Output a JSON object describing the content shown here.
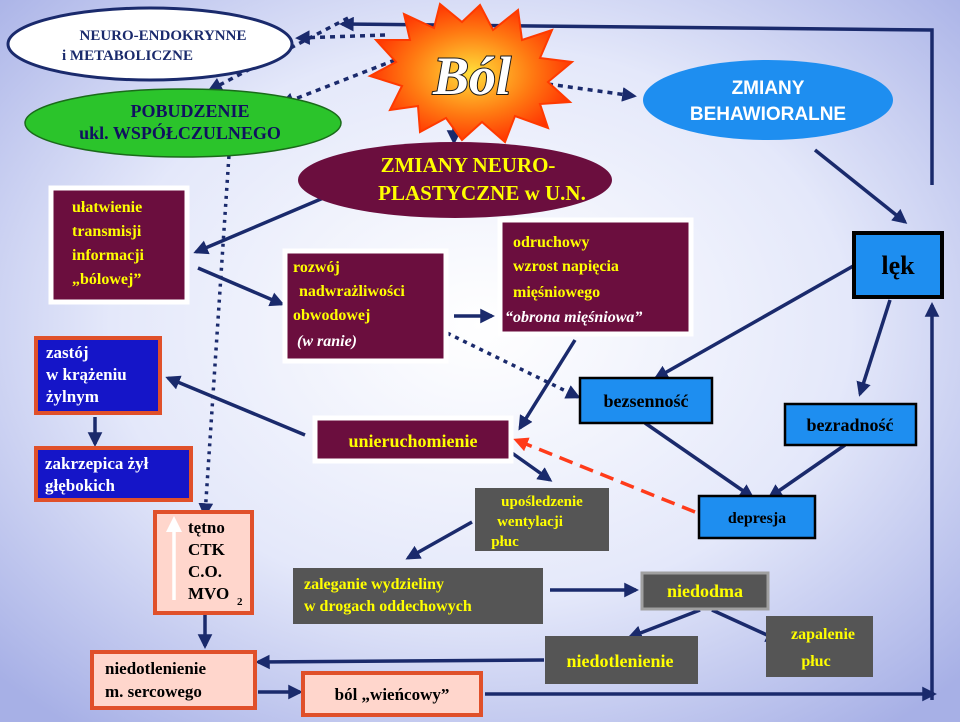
{
  "colors": {
    "navy": "#1a2a6c",
    "maroon": "#6b0e3e",
    "yellow": "#ffff00",
    "blue_box": "#1515c8",
    "cyan_box": "#1e8ef0",
    "grey_box": "#555555",
    "pink_box": "#ffd6cc",
    "red_border": "#e0502a",
    "green_ellipse": "#2bc42b",
    "dashed_red": "#ff3b1a"
  },
  "nodes": {
    "bol": "Ból",
    "neuro_endokrynne": [
      "NEURO-ENDOKRYNNE",
      "i  METABOLICZNE"
    ],
    "pobudzenie": [
      "POBUDZENIE",
      "ukl. WSPÓŁCZULNEGO"
    ],
    "zmiany_behawioralne": [
      "ZMIANY",
      "BEHAWIORALNE"
    ],
    "zmiany_neuroplastyczne": [
      "ZMIANY  NEURO-",
      "PLASTYCZNE  w U.N."
    ],
    "ulatwienie": [
      "ułatwienie",
      "transmisji",
      "informacji",
      "„bólowej”"
    ],
    "rozwoj": [
      "rozwój",
      "nadwrażliwości",
      "obwodowej",
      "(w ranie)"
    ],
    "odruchowy": [
      "odruchowy",
      "wzrost  napięcia",
      "mięśniowego",
      "“obrona mięśniowa”"
    ],
    "lek": "lęk",
    "zastoj": [
      "zastój",
      "w krążeniu",
      "żylnym"
    ],
    "zakrzepica": [
      "zakrzepica  żył",
      "głębokich"
    ],
    "unieruchomienie": "unieruchomienie",
    "bezsennosc": "bezsenność",
    "bezradnosc": "bezradność",
    "depresja": "depresja",
    "uposledzenie": [
      "upośledzenie",
      "wentylacji",
      "płuc"
    ],
    "tetno": [
      "tętno",
      "CTK",
      "C.O.",
      "MVO"
    ],
    "tetno_sub": "2",
    "zaleganie": [
      "zaleganie  wydzieliny",
      "w  drogach  oddechowych"
    ],
    "niedodma": "niedodma",
    "zapalenie": [
      "zapalenie",
      "płuc"
    ],
    "niedotlenienie": "niedotlenienie",
    "niedotlenienie_m": [
      "niedotlenienie",
      "m.  sercowego"
    ],
    "bol_wiencowy": "ból „wieńcowy”"
  }
}
